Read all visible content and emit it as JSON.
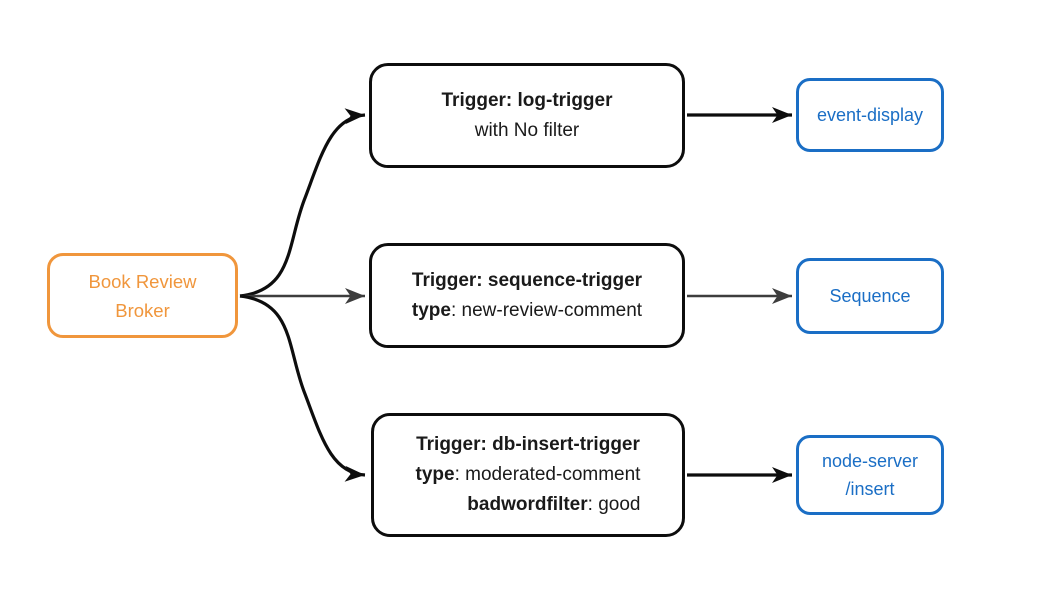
{
  "diagram": {
    "background": "#ffffff",
    "colors": {
      "broker_accent": "#f0963c",
      "sink_accent": "#1a6ec5",
      "trigger_border": "#0d0d0d",
      "trigger_text": "#1a1a1a",
      "edge_primary": "#0d0d0d",
      "edge_secondary": "#3d3d3d"
    },
    "broker": {
      "line1": "Book Review",
      "line2": "Broker"
    },
    "triggers": [
      {
        "title": "Trigger: log-trigger",
        "subtitle": "with No filter"
      },
      {
        "title": "Trigger: sequence-trigger",
        "key1": "type",
        "val1": ": new-review-comment"
      },
      {
        "title": "Trigger: db-insert-trigger",
        "key1": "type",
        "val1": ": moderated-comment",
        "key2": "badwordfilter",
        "val2": ": good"
      }
    ],
    "sinks": [
      {
        "label": "event-display"
      },
      {
        "label": "Sequence"
      },
      {
        "line1": "node-server",
        "line2": "/insert"
      }
    ]
  }
}
